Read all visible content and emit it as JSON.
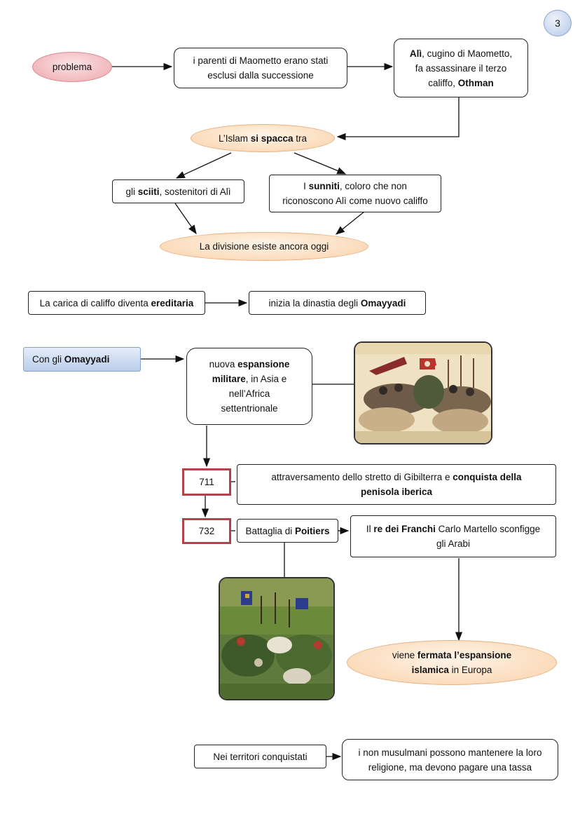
{
  "page_number": "3",
  "top": {
    "problem": "problema",
    "excluded": "i parenti di Maometto erano stati esclusi dalla successione",
    "ali_name": "Alì",
    "ali_rest": ", cugino di Maometto, fa assassinare il terzo califfo, ",
    "ali_othman": "Othman",
    "split_a": "L’Islam ",
    "split_b": "si spacca",
    "split_c": " tra",
    "shiite_a": "gli ",
    "shiite_b": "sciiti",
    "shiite_c": ", sostenitori di Alì",
    "sunni_a": "I ",
    "sunni_b": "sunniti",
    "sunni_c": ", coloro che non riconoscono Alì come nuovo califfo",
    "division": "La divisione esiste ancora oggi"
  },
  "caliph": {
    "hereditary_a": "La carica di califfo diventa ",
    "hereditary_b": "ereditaria",
    "dynasty_a": "inizia la dinastia degli ",
    "dynasty_b": "Omayyadi"
  },
  "umayyad": {
    "with_a": "Con gli ",
    "with_b": "Omayyadi",
    "exp_a": "nuova ",
    "exp_b": "espansione militare",
    "exp_c": ", in Asia e nell’Africa settentrionale",
    "year_711": "711",
    "gibraltar_a": "attraversamento dello stretto di Gibilterra e ",
    "gibraltar_b": "conquista della penisola iberica",
    "year_732": "732",
    "battle_a": "Battaglia di ",
    "battle_b": "Poitiers",
    "franks_a": "Il ",
    "franks_b": "re dei Franchi",
    "franks_c": " Carlo Martello sconfigge gli Arabi",
    "stopped_a": "viene ",
    "stopped_b": "fermata l’espansione islamica",
    "stopped_c": " in Europa"
  },
  "territories": {
    "label": "Nei territori conquistati",
    "tax": "i non musulmani possono mantenere la loro religione, ma devono pagare una tassa"
  },
  "colors": {
    "year_border": "#b7414a",
    "pink": "#f1b9bd",
    "peach": "#fbdcbc",
    "blue": "#b9cde9"
  }
}
